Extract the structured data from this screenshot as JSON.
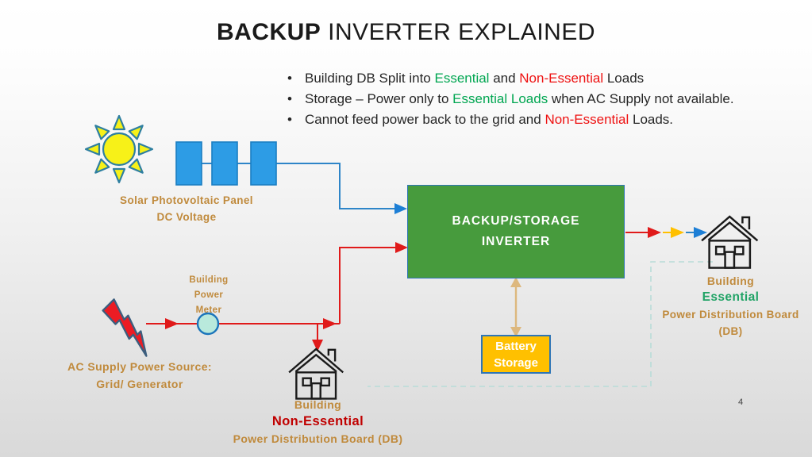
{
  "slide": {
    "title_bold": "BACKUP",
    "title_rest": " INVERTER EXPLAINED",
    "page_number": "4"
  },
  "bullets": [
    {
      "segments": [
        {
          "text": "Building DB Split into ",
          "color": "default"
        },
        {
          "text": "Essential",
          "color": "green"
        },
        {
          "text": " and ",
          "color": "default"
        },
        {
          "text": "Non-Essential",
          "color": "red"
        },
        {
          "text": " Loads",
          "color": "default"
        }
      ]
    },
    {
      "segments": [
        {
          "text": "Storage – Power only to ",
          "color": "default"
        },
        {
          "text": "Essential Loads",
          "color": "green"
        },
        {
          "text": " when AC Supply not available.",
          "color": "default"
        }
      ]
    },
    {
      "segments": [
        {
          "text": "Cannot feed power back to the grid and ",
          "color": "default"
        },
        {
          "text": "Non-Essential",
          "color": "red"
        },
        {
          "text": " Loads.",
          "color": "default"
        }
      ]
    }
  ],
  "diagram": {
    "solar": {
      "line1": "Solar Photovoltaic Panel",
      "line2": "DC Voltage"
    },
    "meter": {
      "line1": "Building",
      "line2": "Power",
      "line3": "Meter"
    },
    "ac_supply": {
      "line1": "AC Supply Power Source:",
      "line2": "Grid/ Generator"
    },
    "inverter": {
      "line1": "BACKUP/STORAGE",
      "line2": "INVERTER"
    },
    "battery": {
      "line1": "Battery",
      "line2": "Storage"
    },
    "nonessential": {
      "line1": "Building",
      "line2": "Non-Essential",
      "line3": "Power Distribution Board (DB)"
    },
    "essential": {
      "line1": "Building",
      "line2": "Essential",
      "line3": "Power Distribution Board",
      "line4": "(DB)"
    }
  },
  "icons": {
    "sun-icon": "yellow sun with triangular rays",
    "solar-panel-icon": "three blue panel rectangles",
    "lightning-bolt-icon": "red lightning bolt",
    "power-meter-icon": "cyan circle meter",
    "house-nonessential-icon": "outlined house",
    "house-essential-icon": "outlined house"
  },
  "colors": {
    "bullet_green": "#00A651",
    "bullet_red": "#EE1111",
    "label_orange": "#C08A3C",
    "label_red": "#C00000",
    "label_green": "#21A366",
    "inverter_fill": "#479B3D",
    "battery_fill": "#FFC000",
    "panel_blue": "#2D9CE5",
    "line_red": "#E01A1A",
    "line_blue": "#2E85C8",
    "arrow_gold": "#FFC000",
    "battery_arrow_tan": "#DDB87E",
    "meter_fill": "#B9E9DC",
    "dashed_teal": "#B8DCD8"
  }
}
